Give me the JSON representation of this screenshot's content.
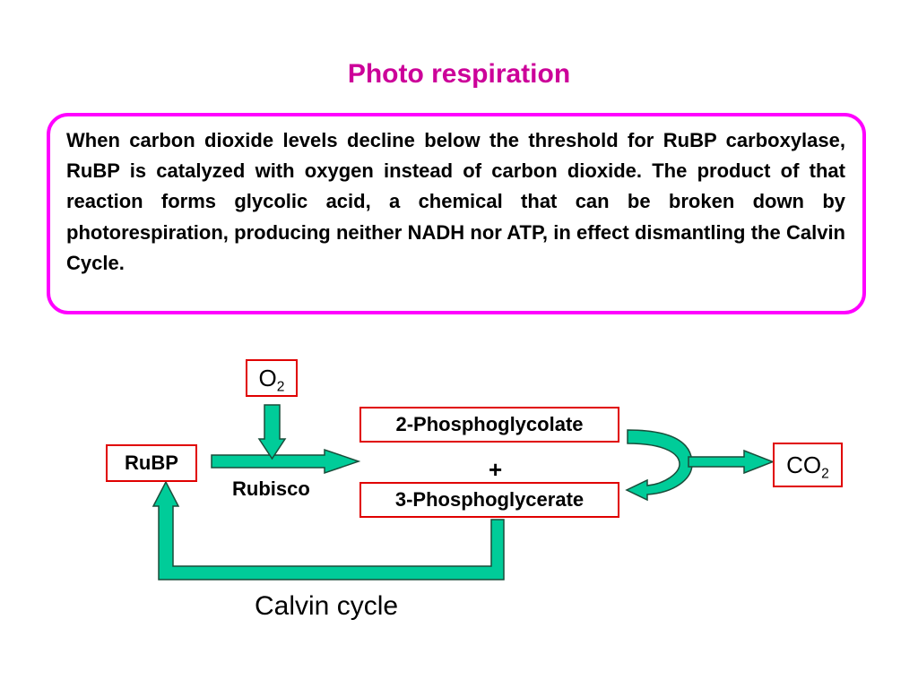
{
  "slide": {
    "title": "Photo respiration",
    "paragraph": "When carbon dioxide levels decline below the threshold for RuBP carboxylase, RuBP is catalyzed with oxygen instead of carbon dioxide. The product of that reaction forms glycolic acid, a chemical that can be broken down by photorespiration, producing neither NADH nor ATP, in effect dismantling the Calvin Cycle."
  },
  "diagram": {
    "o2": {
      "main": "O",
      "sub": "2"
    },
    "rubp": "RuBP",
    "rubisco": "Rubisco",
    "phosphoglycolate": "2-Phosphoglycolate",
    "plus": "+",
    "phosphoglycerate": "3-Phosphoglycerate",
    "co2": {
      "main": "CO",
      "sub": "2"
    },
    "calvin_cycle": "Calvin cycle",
    "colors": {
      "arrow_fill": "#00cc99",
      "arrow_stroke": "#1a4d3a",
      "box_border": "#e00000",
      "frame_border": "#ff00ff",
      "title": "#cc0099"
    }
  }
}
